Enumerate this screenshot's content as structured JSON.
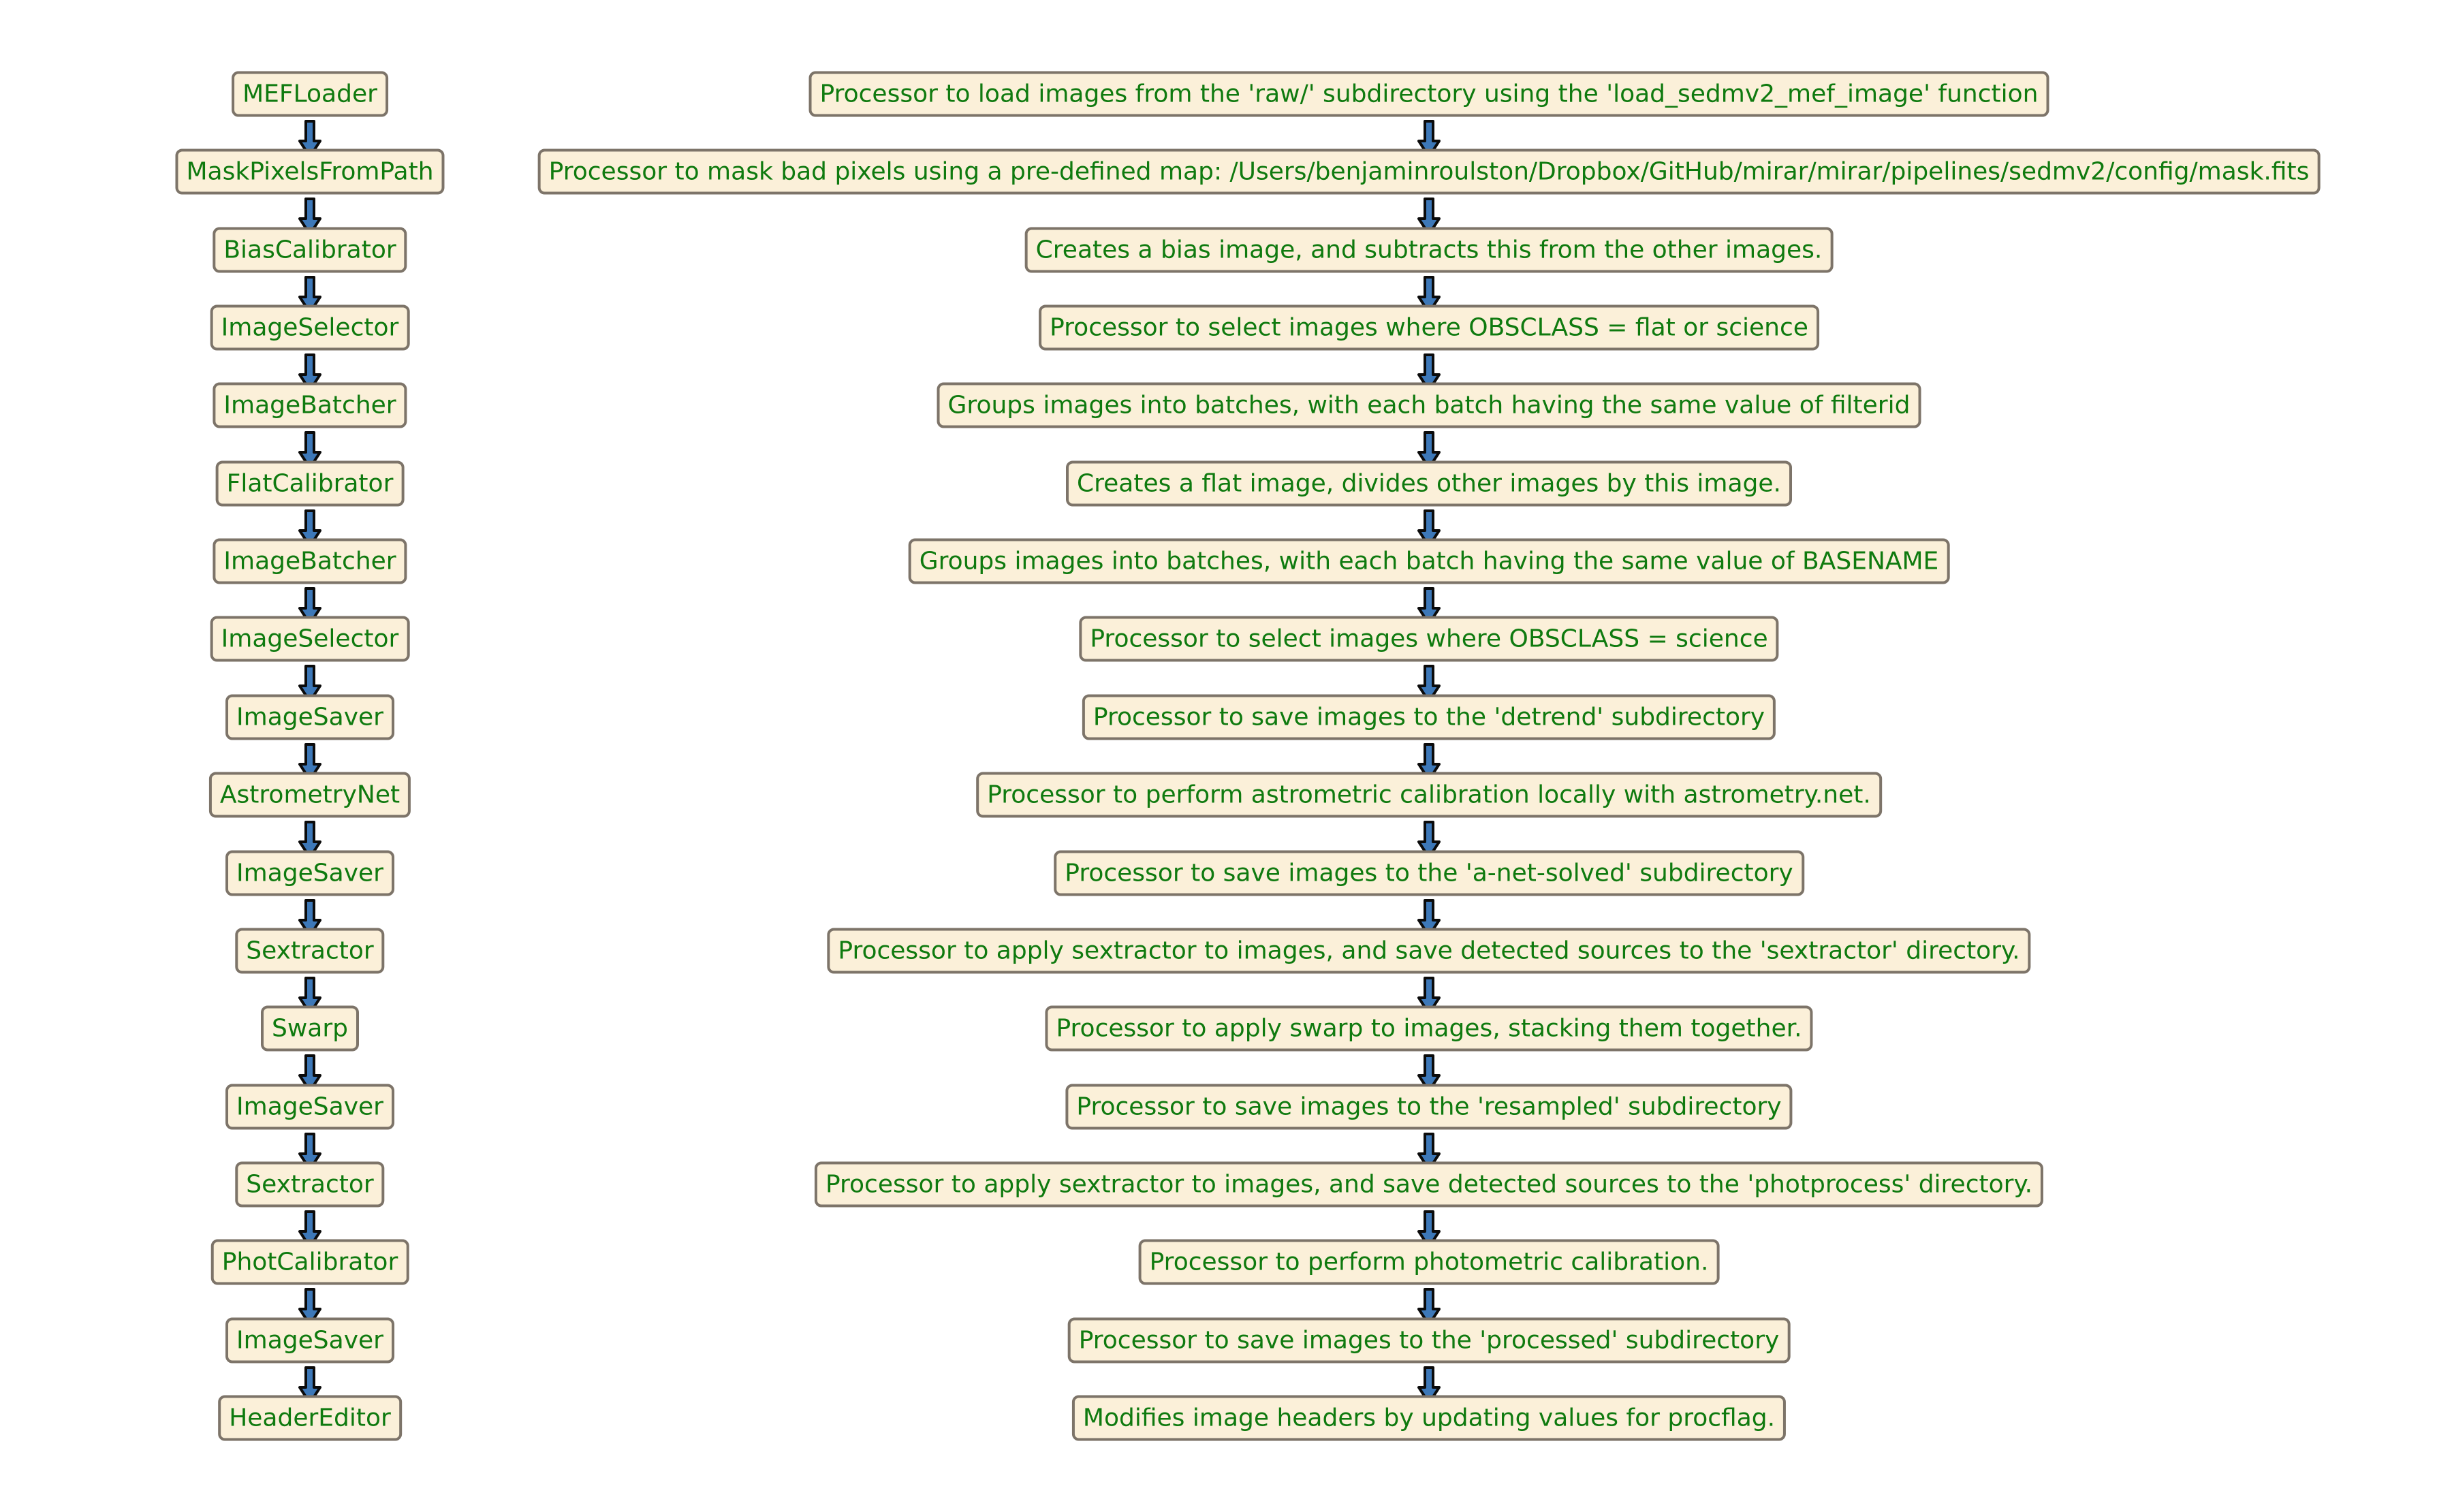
{
  "colors": {
    "node_fill": "#fbf0d9",
    "node_border": "#7d7469",
    "node_text": "#0f7a0f",
    "arrow_fill": "#3d78b8",
    "arrow_outline": "#0b0b0b"
  },
  "steps": [
    {
      "name": "MEFLoader",
      "description": "Processor to load images from the 'raw/' subdirectory using the 'load_sedmv2_mef_image' function"
    },
    {
      "name": "MaskPixelsFromPath",
      "description": "Processor to mask bad pixels using a pre-defined map: /Users/benjaminroulston/Dropbox/GitHub/mirar/mirar/pipelines/sedmv2/config/mask.fits"
    },
    {
      "name": "BiasCalibrator",
      "description": "Creates a bias image, and subtracts this from the other images."
    },
    {
      "name": "ImageSelector",
      "description": "Processor to select images where OBSCLASS = flat or science"
    },
    {
      "name": "ImageBatcher",
      "description": "Groups images into batches, with each batch having the same value of filterid"
    },
    {
      "name": "FlatCalibrator",
      "description": "Creates a flat image, divides other images by this image."
    },
    {
      "name": "ImageBatcher",
      "description": "Groups images into batches, with each batch having the same value of BASENAME"
    },
    {
      "name": "ImageSelector",
      "description": "Processor to select images where OBSCLASS = science"
    },
    {
      "name": "ImageSaver",
      "description": "Processor to save images to the 'detrend' subdirectory"
    },
    {
      "name": "AstrometryNet",
      "description": "Processor to perform astrometric calibration locally with astrometry.net."
    },
    {
      "name": "ImageSaver",
      "description": "Processor to save images to the 'a-net-solved' subdirectory"
    },
    {
      "name": "Sextractor",
      "description": "Processor to apply sextractor to images, and save detected sources to the 'sextractor' directory."
    },
    {
      "name": "Swarp",
      "description": "Processor to apply swarp to images, stacking them together."
    },
    {
      "name": "ImageSaver",
      "description": "Processor to save images to the 'resampled' subdirectory"
    },
    {
      "name": "Sextractor",
      "description": "Processor to apply sextractor to images, and save detected sources to the 'photprocess' directory."
    },
    {
      "name": "PhotCalibrator",
      "description": "Processor to perform photometric calibration."
    },
    {
      "name": "ImageSaver",
      "description": "Processor to save images to the 'processed' subdirectory"
    },
    {
      "name": "HeaderEditor",
      "description": "Modifies image headers by updating values for procflag."
    }
  ]
}
